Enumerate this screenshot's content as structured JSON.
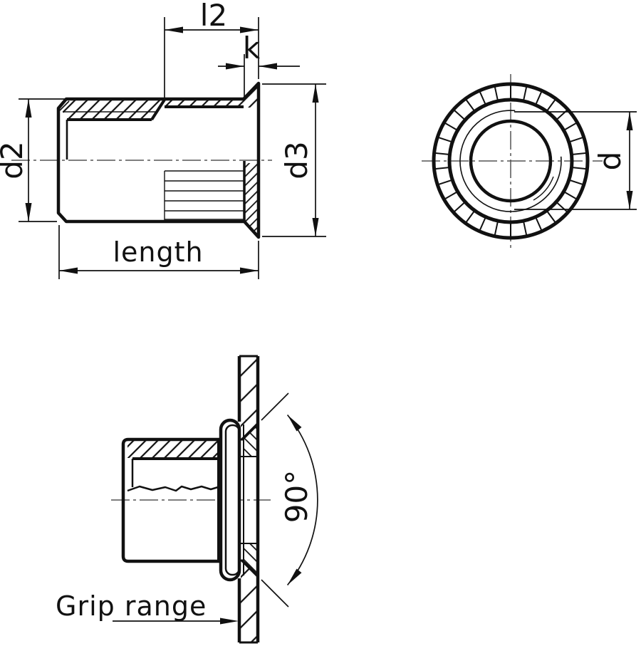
{
  "drawing": {
    "type": "technical-drawing",
    "subject": "countersunk blind rivet nut",
    "colors": {
      "line": "#111111",
      "centerline": "#555555",
      "background": "#ffffff"
    },
    "views": {
      "side_section": {
        "name": "side cross-section view",
        "labels": {
          "l2": "l2",
          "k": "k",
          "d2": "d2",
          "d3": "d3",
          "length": "length"
        }
      },
      "front": {
        "name": "front view",
        "labels": {
          "d": "d"
        }
      },
      "installed": {
        "name": "installed view",
        "labels": {
          "angle": "90°",
          "grip_range": "Grip range"
        }
      }
    }
  }
}
